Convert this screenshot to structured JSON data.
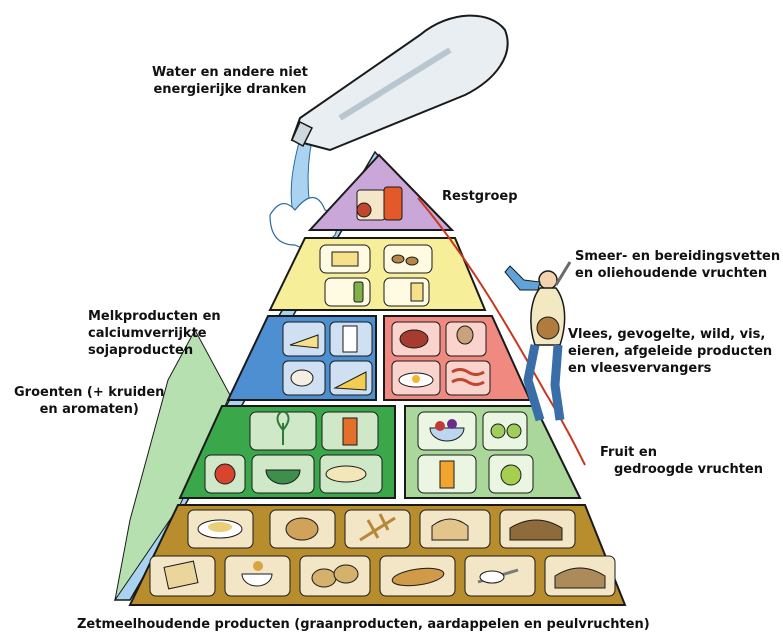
{
  "labels": {
    "water": [
      "Water en andere niet",
      "energierijke dranken"
    ],
    "restgroep": [
      "Restgroep"
    ],
    "fats": [
      "Smeer- en bereidingsvetten",
      "en oliehoudende vruchten"
    ],
    "dairy": [
      "Melkproducten en",
      "calciumverrijkte",
      "sojaproducten"
    ],
    "meat": [
      "Vlees, gevogelte, wild, vis,",
      "eieren, afgeleide producten",
      "en vleesvervangers"
    ],
    "vegetables": [
      "Groenten (+ kruiden",
      "en aromaten)"
    ],
    "fruit": [
      "Fruit en",
      "gedroogde vruchten"
    ],
    "starch": [
      "Zetmeelhoudende producten (graanproducten, aardappelen en peulvruchten)"
    ]
  },
  "colors": {
    "top": "#c9a7d8",
    "fats": "#f7ee9a",
    "dairy": "#4d8fd1",
    "meat": "#f08a80",
    "vegetables": "#3aa84a",
    "fruit": "#a9d89a",
    "starch": "#b88d2e",
    "water": "#a9d3f0",
    "outline": "#1a1a1a"
  },
  "icons": {
    "top": [
      "sweets-icon",
      "soda-can-icon"
    ],
    "fats": [
      "butter-icon",
      "nuts-icon",
      "oil-bottle-icon",
      "margarine-icon"
    ],
    "dairy": [
      "cheese-slice-icon",
      "milk-glass-icon",
      "yoghurt-icon",
      "cheese-block-icon"
    ],
    "meat": [
      "steak-icon",
      "chicken-leg-icon",
      "egg-plate-icon",
      "bacon-icon"
    ],
    "vegetables": [
      "herbs-icon",
      "vegetable-juice-icon",
      "tomato-icon",
      "salad-bowl-icon",
      "soup-plate-icon"
    ],
    "fruit": [
      "fruit-bowl-icon",
      "kiwi-icon",
      "fruit-juice-icon",
      "apple-icon"
    ],
    "starch": [
      "pasta-plate-icon",
      "bread-roll-icon",
      "wheat-icon",
      "bread-slice-icon",
      "brown-bread-icon",
      "crackers-icon",
      "cereal-icon",
      "potatoes-icon",
      "baguette-icon",
      "beans-fork-icon",
      "rye-bread-icon"
    ]
  },
  "figures": [
    "water-bottle-icon",
    "climber-icon"
  ]
}
